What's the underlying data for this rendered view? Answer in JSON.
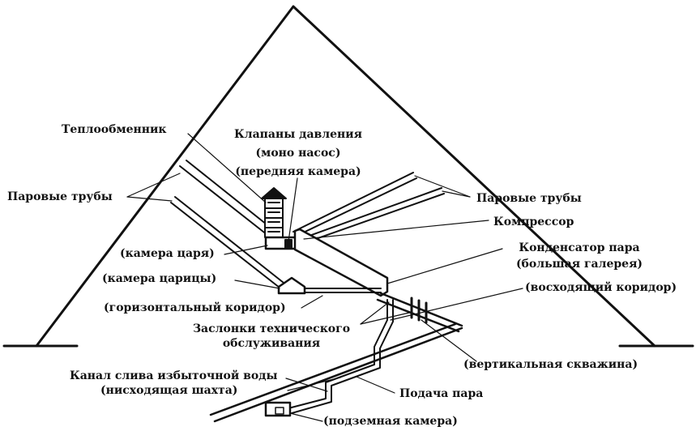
{
  "labels": {
    "heat_exchanger": "Теплообменник",
    "pressure_valves_1": "Клапаны давления",
    "pressure_valves_2": "(моно насос)",
    "pressure_valves_3": "(передняя камера)",
    "steam_pipes_left": "Паровые трубы",
    "steam_pipes_right": "Паровые трубы",
    "compressor": "Компрессор",
    "condenser_1": "Конденсатор пара",
    "condenser_2": "(большая галерея)",
    "kings_chamber": "(камера царя)",
    "queens_chamber": "(камера царицы)",
    "ascending_corridor": "(восходящий коридор)",
    "horizontal_corridor": "(горизонтальный коридор)",
    "service_gates_1": "Заслонки технического",
    "service_gates_2": "обслуживания",
    "vertical_well": "(вертикальная скважина)",
    "drain_channel_1": "Канал слива избыточной воды",
    "drain_channel_2": "(нисходящая шахта)",
    "steam_supply": "Подача пара",
    "underground_chamber": "(подземная камера)"
  }
}
